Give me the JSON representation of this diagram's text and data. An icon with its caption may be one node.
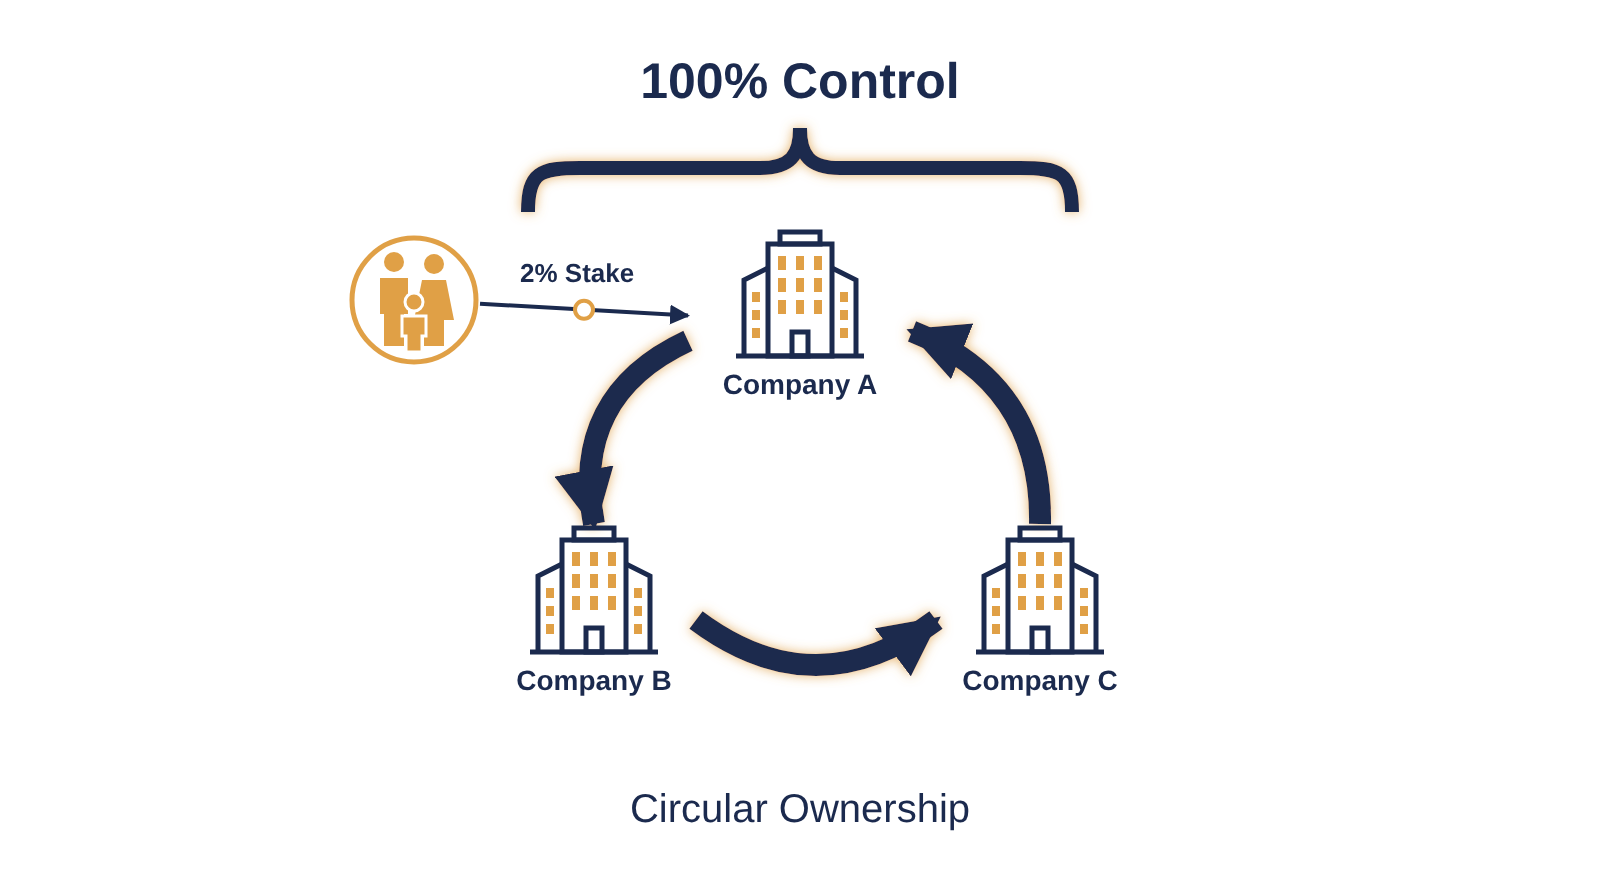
{
  "diagram": {
    "caption": "Circular Ownership",
    "nodes": [
      {
        "text": [],
        "shape": "person"
      },
      {
        "text": [
          "Company A"
        ]
      },
      {
        "text": [
          "Company B"
        ]
      },
      {
        "text": [
          "Company C"
        ]
      }
    ],
    "edges": [
      {
        "from": 0,
        "to": 1,
        "arrow": "to",
        "label": "2% Stake"
      },
      {
        "from": 1,
        "to": 2,
        "arrow": "to"
      },
      {
        "from": 2,
        "to": 3,
        "arrow": "to"
      },
      {
        "from": 3,
        "to": 1,
        "arrow": "to"
      }
    ],
    "labels": [
      "100% Control"
    ]
  }
}
